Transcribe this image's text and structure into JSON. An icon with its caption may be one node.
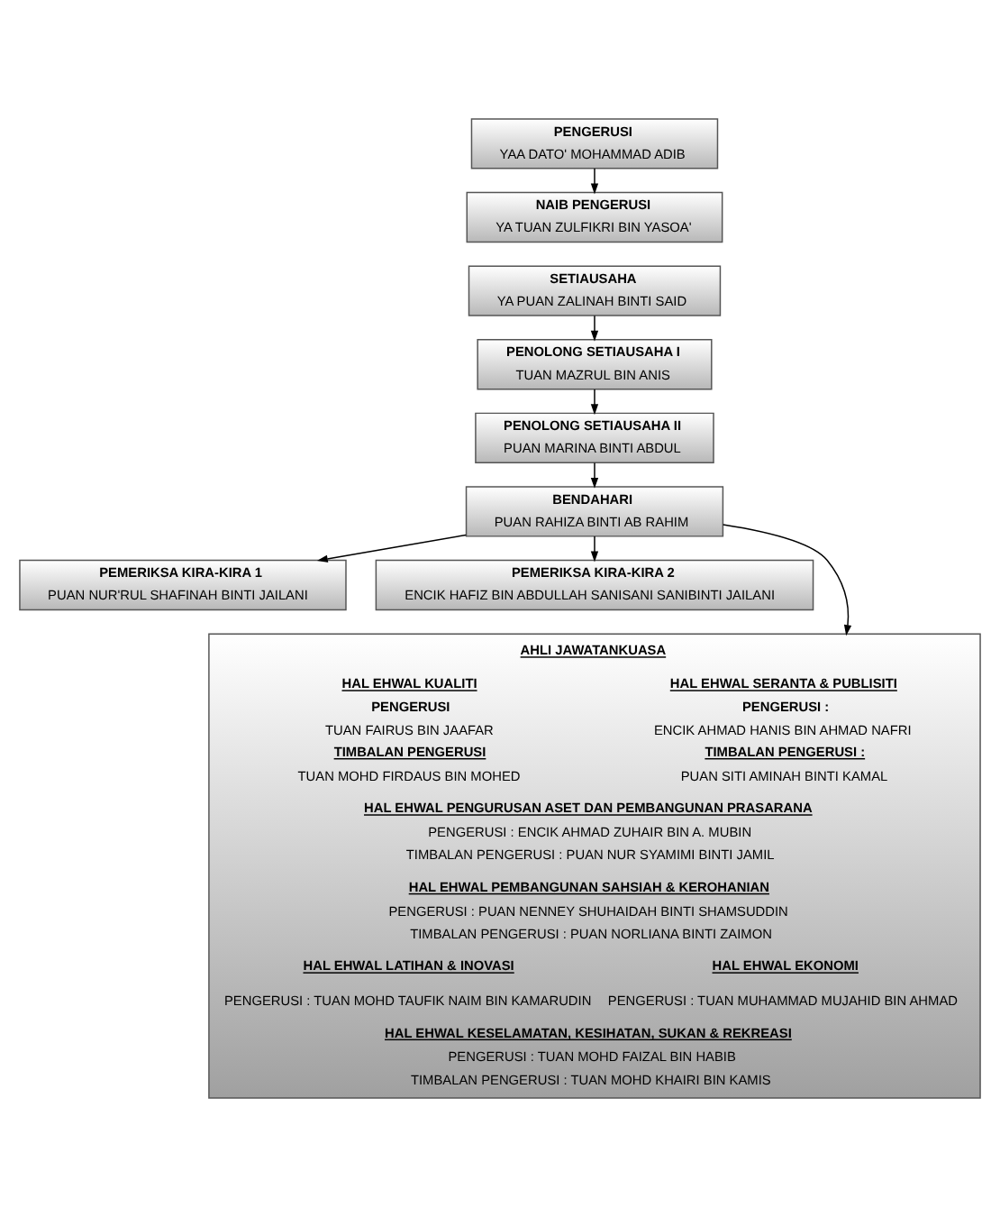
{
  "diagram": {
    "nodes": [
      {
        "text": [
          "PENGERUSI",
          "YAA DATO' MOHAMMAD ADIB"
        ]
      },
      {
        "text": [
          "NAIB PENGERUSI",
          "YA TUAN ZULFIKRI BIN YASOA'"
        ]
      },
      {
        "text": [
          "SETIAUSAHA",
          "YA PUAN ZALINAH BINTI SAID"
        ]
      },
      {
        "text": [
          "PENOLONG SETIAUSAHA I",
          "TUAN MAZRUL BIN ANIS"
        ]
      },
      {
        "text": [
          "PENOLONG SETIAUSAHA II",
          "PUAN MARINA BINTI ABDUL"
        ]
      },
      {
        "text": [
          "BENDAHARI",
          "PUAN RAHIZA BINTI AB RAHIM"
        ]
      },
      {
        "text": [
          "PEMERIKSA KIRA-KIRA 1",
          "PUAN NUR'RUL SHAFINAH BINTI JAILANI"
        ]
      },
      {
        "text": [
          "PEMERIKSA KIRA-KIRA 2",
          "ENCIK HAFIZ BIN ABDULLAH SANISANI SANIBINTI JAILANI"
        ]
      },
      {
        "text": [
          "AHLI JAWATANKUASA",
          "HAL EHWAL KUALITI",
          "HAL EHWAL SERANTA & PUBLISITI",
          "PENGERUSI",
          "PENGERUSI :",
          "TUAN FAIRUS BIN JAAFAR",
          "ENCIK AHMAD HANIS BIN AHMAD NAFRI",
          "TIMBALAN PENGERUSI",
          "TIMBALAN PENGERUSI :",
          "TUAN MOHD FIRDAUS BIN MOHED",
          "PUAN SITI AMINAH BINTI KAMAL",
          "HAL EHWAL PENGURUSAN ASET DAN PEMBANGUNAN PRASARANA",
          "PENGERUSI : ENCIK AHMAD ZUHAIR BIN A. MUBIN",
          "TIMBALAN PENGERUSI : PUAN NUR SYAMIMI BINTI JAMIL",
          "HAL EHWAL PEMBANGUNAN SAHSIAH & KEROHANIAN",
          "PENGERUSI : PUAN NENNEY SHUHAIDAH BINTI SHAMSUDDIN",
          "TIMBALAN PENGERUSI : PUAN NORLIANA BINTI ZAIMON",
          "HAL EHWAL LATIHAN & INOVASI",
          "HAL EHWAL EKONOMI",
          "PENGERUSI : TUAN MOHD TAUFIK NAIM BIN KAMARUDIN",
          "PENGERUSI : TUAN MUHAMMAD MUJAHID BIN AHMAD",
          "HAL EHWAL KESELAMATAN, KESIHATAN, SUKAN & REKREASI",
          "PENGERUSI : TUAN MOHD FAIZAL BIN HABIB",
          "TIMBALAN PENGERUSI : TUAN MOHD KHAIRI BIN KAMIS"
        ]
      }
    ],
    "edges": [
      {
        "from": 0,
        "to": 1,
        "arrow": "to"
      },
      {
        "from": 2,
        "to": 3,
        "arrow": "to"
      },
      {
        "from": 3,
        "to": 4,
        "arrow": "to"
      },
      {
        "from": 4,
        "to": 5,
        "arrow": "to"
      },
      {
        "from": 5,
        "to": 6,
        "arrow": "to"
      },
      {
        "from": 5,
        "to": 7,
        "arrow": "to"
      },
      {
        "from": 5,
        "to": 8,
        "arrow": "to"
      }
    ]
  }
}
